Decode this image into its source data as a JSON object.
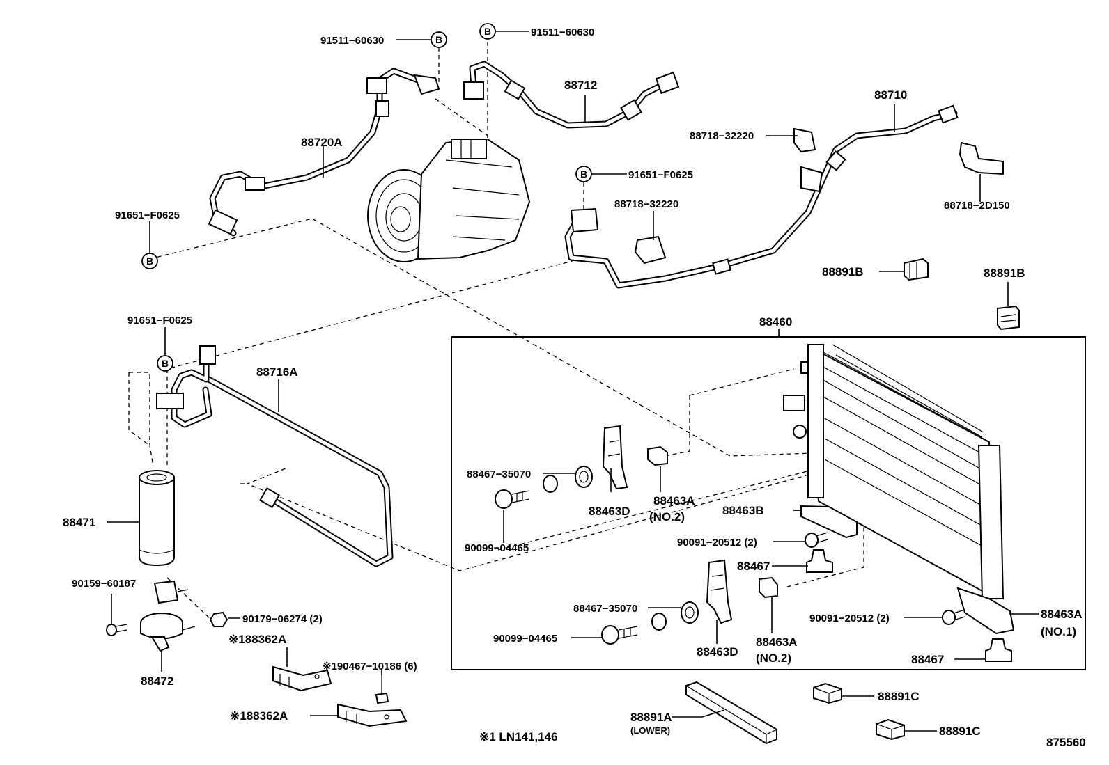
{
  "diagram": {
    "ref_symbol": "B",
    "footnote": "※1 LN141,146",
    "figure_number": "875560",
    "labels": {
      "p91511_a": "91511−60630",
      "p91511_b": "91511−60630",
      "p88712": "88712",
      "p88710": "88710",
      "p88720a": "88720A",
      "p88718_a": "88718−32220",
      "p91651_a": "91651−F0625",
      "p88718_b": "88718−32220",
      "p91651_b": "91651−F0625",
      "p88718_2d150": "88718−2D150",
      "p88891b_a": "88891B",
      "p88891b_b": "88891B",
      "p91651_c": "91651−F0625",
      "p88460": "88460",
      "p88716a": "88716A",
      "p88471": "88471",
      "p88467_35070_a": "88467−35070",
      "p88463d_a": "88463D",
      "p88463a_a": "88463A",
      "p88463a_a_no": "(NO.2)",
      "p88463b": "88463B",
      "p90099_a": "90099−04465",
      "p90091_a": "90091−20512 (2)",
      "p88467_a": "88467",
      "p90159": "90159−60187",
      "p90179": "90179−06274 (2)",
      "p88467_35070_b": "88467−35070",
      "p90099_b": "90099−04465",
      "p88463d_b": "88463D",
      "p88463a_b": "88463A",
      "p88463a_b_no": "(NO.2)",
      "p90091_b": "90091−20512 (2)",
      "p88463a_c": "88463A",
      "p88463a_c_no": "(NO.1)",
      "p88467_b": "88467",
      "p88472": "88472",
      "p88362a_a": "※188362A",
      "p90467": "※190467−10186 (6)",
      "p88362a_b": "※188362A",
      "p88891a": "88891A",
      "p88891a_sub": "(LOWER)",
      "p88891c_a": "88891C",
      "p88891c_b": "88891C"
    }
  }
}
